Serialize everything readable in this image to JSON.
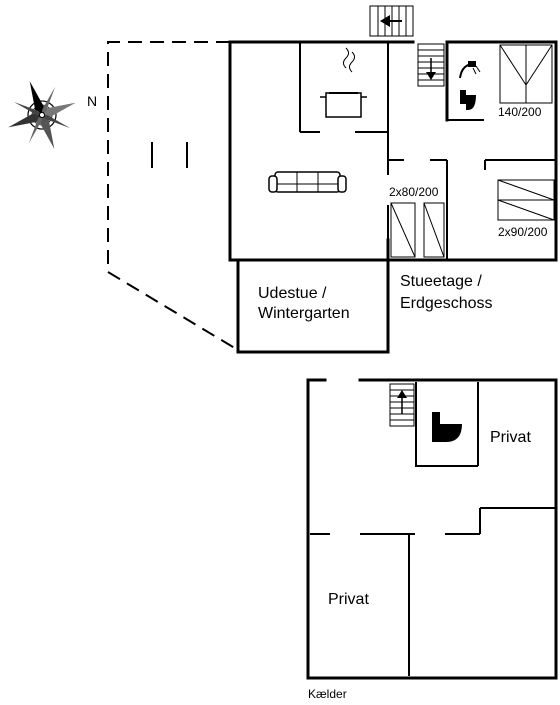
{
  "compass": {
    "north_label": "N"
  },
  "ground_floor": {
    "floor_label_line1": "Stueetage /",
    "floor_label_line2": "Erdgeschoss",
    "conservatory_line1": "Udestue /",
    "conservatory_line2": "Wintergarten",
    "bed_double": "140/200",
    "bed_twin_left": "2x80/200",
    "bed_twin_right": "2x90/200"
  },
  "basement": {
    "floor_label": "Kælder",
    "private_left": "Privat",
    "private_right": "Privat"
  },
  "colors": {
    "wall": "#000000",
    "background": "#ffffff"
  }
}
